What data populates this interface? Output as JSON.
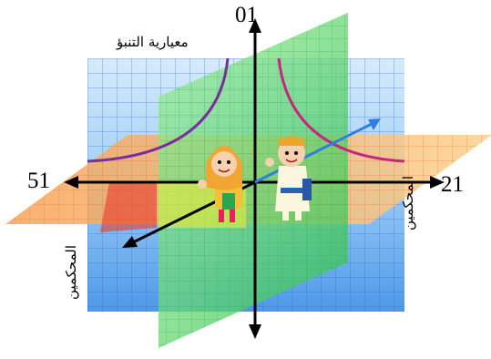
{
  "labels": {
    "top": "01",
    "left": "51",
    "right": "21",
    "title": "معيارية التنبؤ",
    "rotated_right": "المحكمين",
    "rotated_left": "المحكمين"
  }
}
